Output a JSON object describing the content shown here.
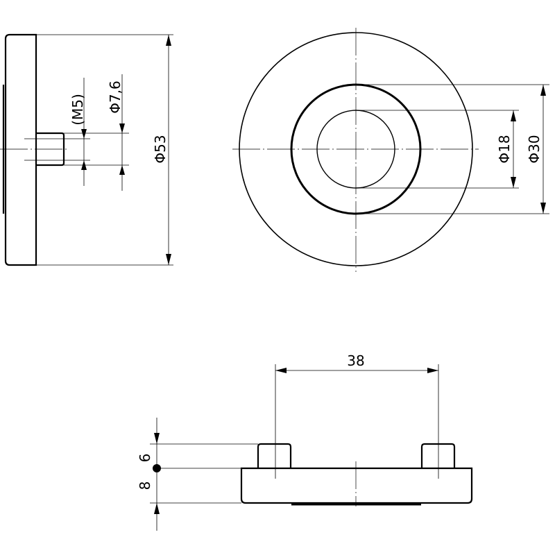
{
  "side_view": {
    "thread_label": "(M5)",
    "stud_diameter_label": "Φ7,6",
    "outer_diameter_label": "Φ53"
  },
  "front_view": {
    "inner_diameter_label": "Φ18",
    "middle_diameter_label": "Φ30"
  },
  "bottom_view": {
    "stud_spacing_label": "38",
    "stud_height_label": "6",
    "base_height_label": "8"
  },
  "colors": {
    "line": "#000000",
    "background": "#ffffff"
  }
}
